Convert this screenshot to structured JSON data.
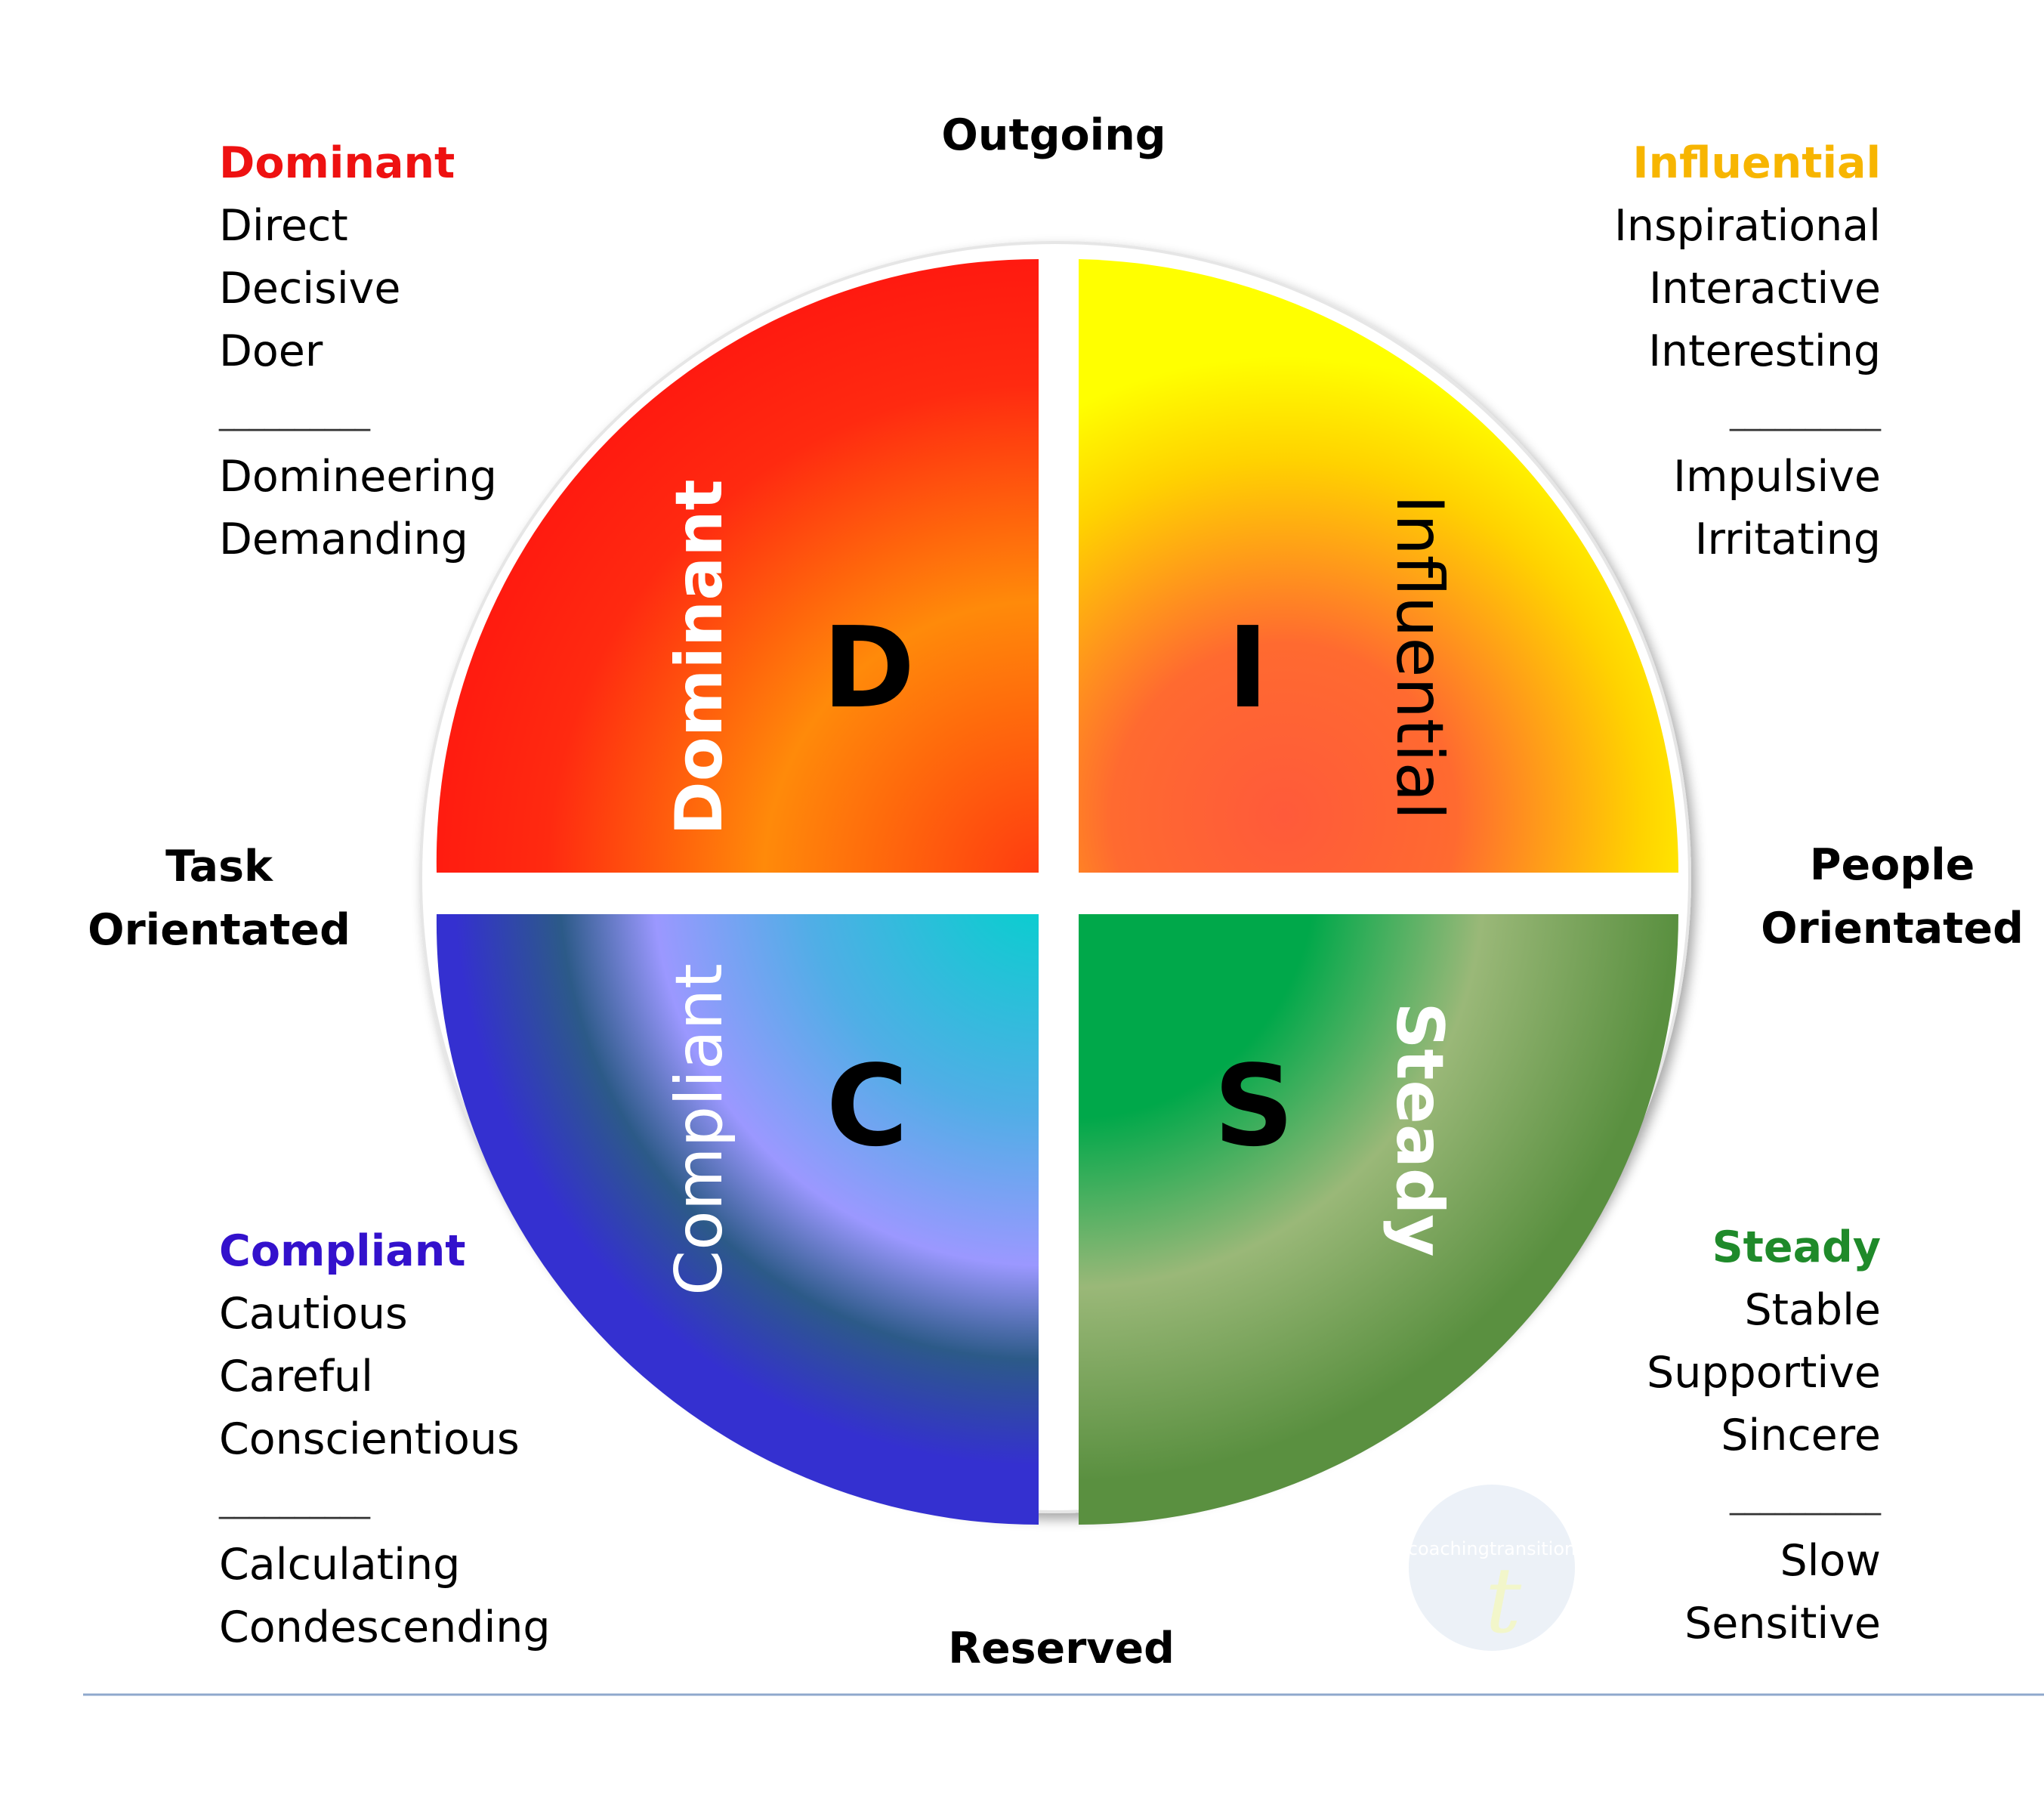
{
  "axes": {
    "top": "Outgoing",
    "bottom": "Reserved",
    "left": [
      "Task",
      "Orientated"
    ],
    "right": [
      "People",
      "Orientated"
    ]
  },
  "quadrants": {
    "d": {
      "letter": "D",
      "label": "Dominant"
    },
    "i": {
      "letter": "I",
      "label": "Influential"
    },
    "s": {
      "letter": "S",
      "label": "Steady"
    },
    "c": {
      "letter": "C",
      "label": "Compliant"
    }
  },
  "corners": {
    "dominant": {
      "heading": "Dominant",
      "color": "#ee1111",
      "traits": [
        "Direct",
        "Decisive",
        "Doer"
      ],
      "separator": "__________",
      "negatives": [
        "Domineering",
        "Demanding"
      ]
    },
    "influential": {
      "heading": "Influential",
      "color": "#f7b500",
      "traits": [
        "Inspirational",
        "Interactive",
        "Interesting"
      ],
      "separator": "__________",
      "negatives": [
        "Impulsive",
        "Irritating"
      ]
    },
    "compliant": {
      "heading": "Compliant",
      "color": "#3311cc",
      "traits": [
        "Cautious",
        "Careful",
        "Conscientious"
      ],
      "separator": "__________",
      "negatives": [
        "Calculating",
        "Condescending"
      ]
    },
    "steady": {
      "heading": "Steady",
      "color": "#1f8a2a",
      "traits": [
        "Stable",
        "Supportive",
        "Sincere"
      ],
      "separator": "__________",
      "negatives": [
        "Slow",
        "Sensitive"
      ]
    }
  },
  "watermark": {
    "text": "coachingtransition",
    "letter": "t"
  },
  "colors": {
    "divider_line": "#8fa8cc"
  }
}
